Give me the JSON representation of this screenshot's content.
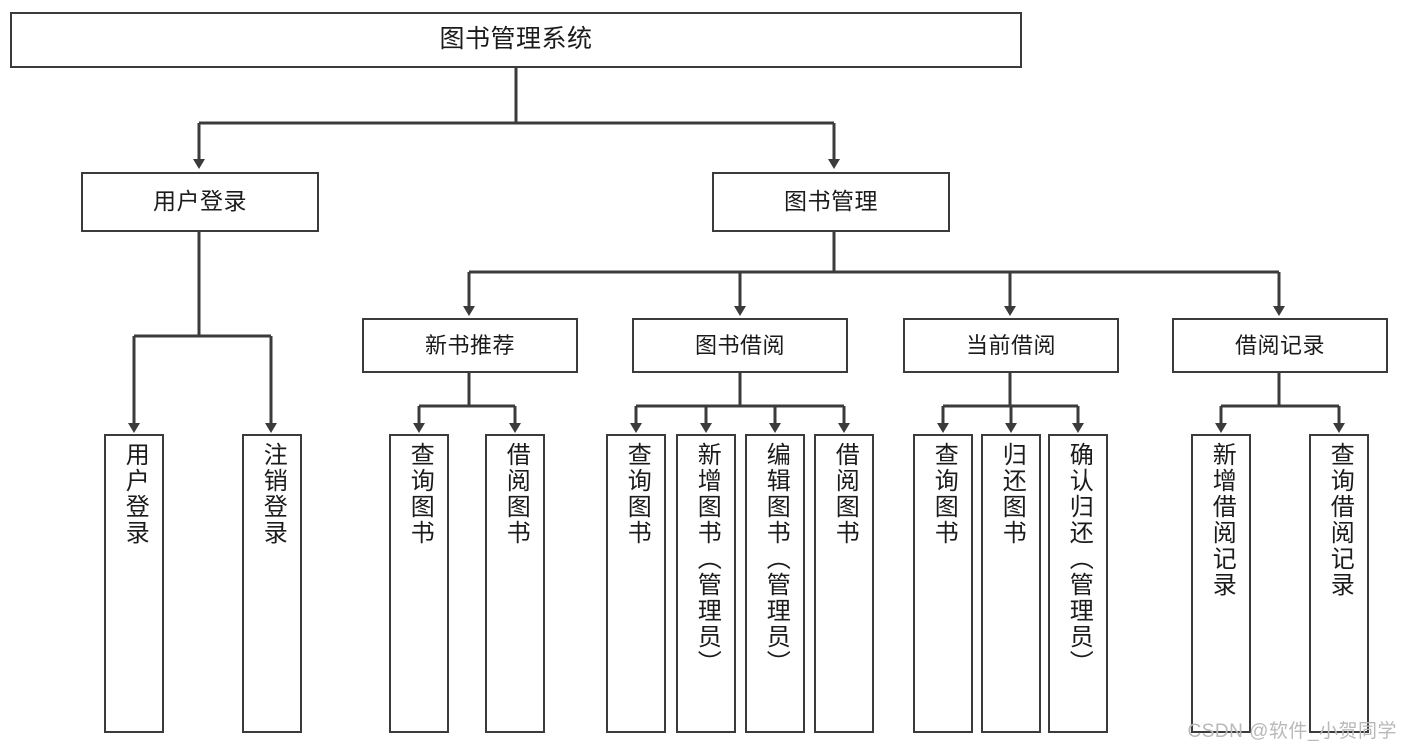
{
  "diagram": {
    "type": "tree-hierarchy-chart",
    "title": "图书管理系统",
    "stroke_color": "#3b3b3b",
    "background_color": "#ffffff",
    "text_color": "#1b1b1b",
    "root": {
      "id": "root",
      "label": "图书管理系统"
    },
    "level1": [
      {
        "id": "user-login",
        "label": "用户登录"
      },
      {
        "id": "book-manage",
        "label": "图书管理"
      }
    ],
    "level2": [
      {
        "id": "new-book-recommend",
        "label": "新书推荐",
        "parent": "book-manage"
      },
      {
        "id": "book-borrow",
        "label": "图书借阅",
        "parent": "book-manage"
      },
      {
        "id": "current-borrow",
        "label": "当前借阅",
        "parent": "book-manage"
      },
      {
        "id": "borrow-record",
        "label": "借阅记录",
        "parent": "book-manage"
      }
    ],
    "leaves": [
      {
        "id": "leaf-user-login",
        "label": "用户登录",
        "parent": "user-login"
      },
      {
        "id": "leaf-logout",
        "label": "注销登录",
        "parent": "user-login"
      },
      {
        "id": "leaf-query-book-1",
        "label": "查询图书",
        "parent": "new-book-recommend"
      },
      {
        "id": "leaf-borrow-book-1",
        "label": "借阅图书",
        "parent": "new-book-recommend"
      },
      {
        "id": "leaf-query-book-2",
        "label": "查询图书",
        "parent": "book-borrow"
      },
      {
        "id": "leaf-add-book",
        "label": "新增图书（管理员）",
        "parent": "book-borrow"
      },
      {
        "id": "leaf-edit-book",
        "label": "编辑图书（管理员）",
        "parent": "book-borrow"
      },
      {
        "id": "leaf-borrow-book-2",
        "label": "借阅图书",
        "parent": "book-borrow"
      },
      {
        "id": "leaf-query-book-3",
        "label": "查询图书",
        "parent": "current-borrow"
      },
      {
        "id": "leaf-return-book",
        "label": "归还图书",
        "parent": "current-borrow"
      },
      {
        "id": "leaf-confirm-return",
        "label": "确认归还（管理员）",
        "parent": "current-borrow"
      },
      {
        "id": "leaf-add-record",
        "label": "新增借阅记录",
        "parent": "borrow-record"
      },
      {
        "id": "leaf-query-record",
        "label": "查询借阅记录",
        "parent": "borrow-record"
      }
    ]
  },
  "watermark": {
    "text": "CSDN @软件_小贺同学"
  }
}
